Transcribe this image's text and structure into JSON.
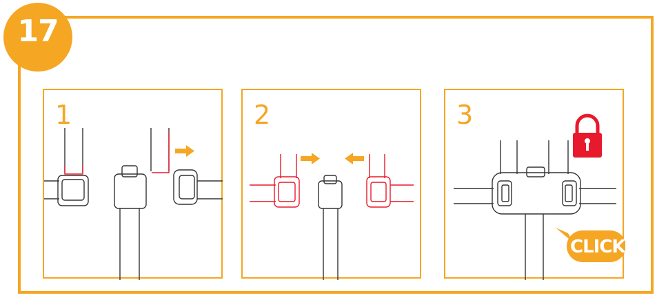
{
  "step": "17",
  "panels": [
    {
      "number": "1"
    },
    {
      "number": "2"
    },
    {
      "number": "3"
    }
  ],
  "click_label": "CLICK",
  "colors": {
    "accent": "#F5A623",
    "highlight": "#E8192C",
    "line": "#333333"
  },
  "icons": [
    "right-arrow-icon",
    "left-arrow-icon",
    "padlock-icon"
  ]
}
